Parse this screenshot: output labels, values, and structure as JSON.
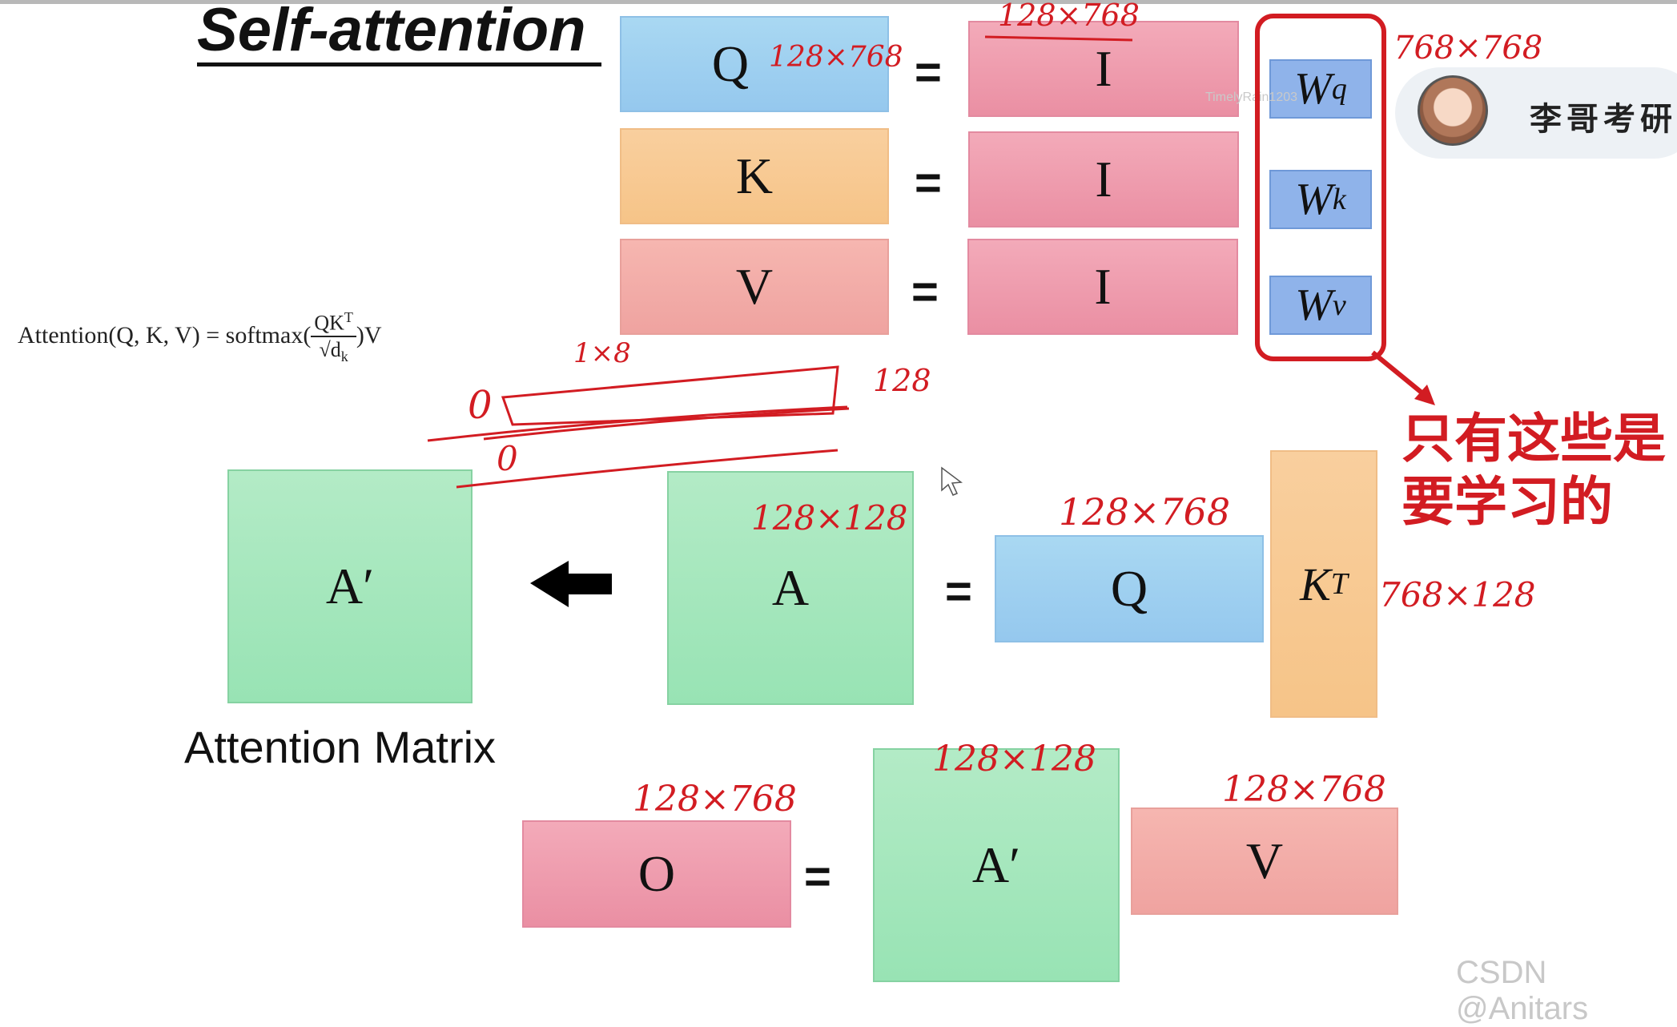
{
  "title": "Self-attention",
  "formula": {
    "lhs": "Attention(Q, K, V) = softmax(",
    "numerator": "QK",
    "numerator_sup": "T",
    "denominator": "√d",
    "denominator_sub": "k",
    "rhs": ")V"
  },
  "blocks": {
    "q": "Q",
    "k": "K",
    "v": "V",
    "i1": "I",
    "i2": "I",
    "i3": "I",
    "a_prime_left": "A′",
    "a": "A",
    "q2": "Q",
    "kt": "K",
    "kt_sup": "T",
    "o": "O",
    "a_prime_bottom": "A′",
    "v2": "V"
  },
  "weights": {
    "wq": "W",
    "wq_sup": "q",
    "wk": "W",
    "wk_sup": "k",
    "wv": "W",
    "wv_sup": "v"
  },
  "equals": "=",
  "caption": "Attention Matrix",
  "annotations": {
    "q_dim": "128×768",
    "i_dim": "128×768",
    "w_dim": "768×768",
    "row_len": "1×8",
    "row_count": "128",
    "a_dim": "128×128",
    "q2_dim": "128×768",
    "kt_dim": "768×128",
    "o_dim": "128×768",
    "a_prime_dim": "128×128",
    "v2_dim": "128×768",
    "zero_a": "0",
    "zero_b": "0"
  },
  "note": "只有这些是要学习的",
  "badge": {
    "label": "李哥考研"
  },
  "watermark": "CSDN @Anitars",
  "faint_watermark": "TimelyRain1203",
  "colors": {
    "blue": "#9fd0f0",
    "orange": "#f8cb95",
    "pink": "#ee9db0",
    "salmon": "#f2aca8",
    "green": "#a7e7bd",
    "weight_blue": "#8fb3ea",
    "annotation_red": "#d21c22"
  },
  "icons": [
    "left-arrow-icon",
    "mouse-cursor-icon",
    "avatar-icon"
  ]
}
